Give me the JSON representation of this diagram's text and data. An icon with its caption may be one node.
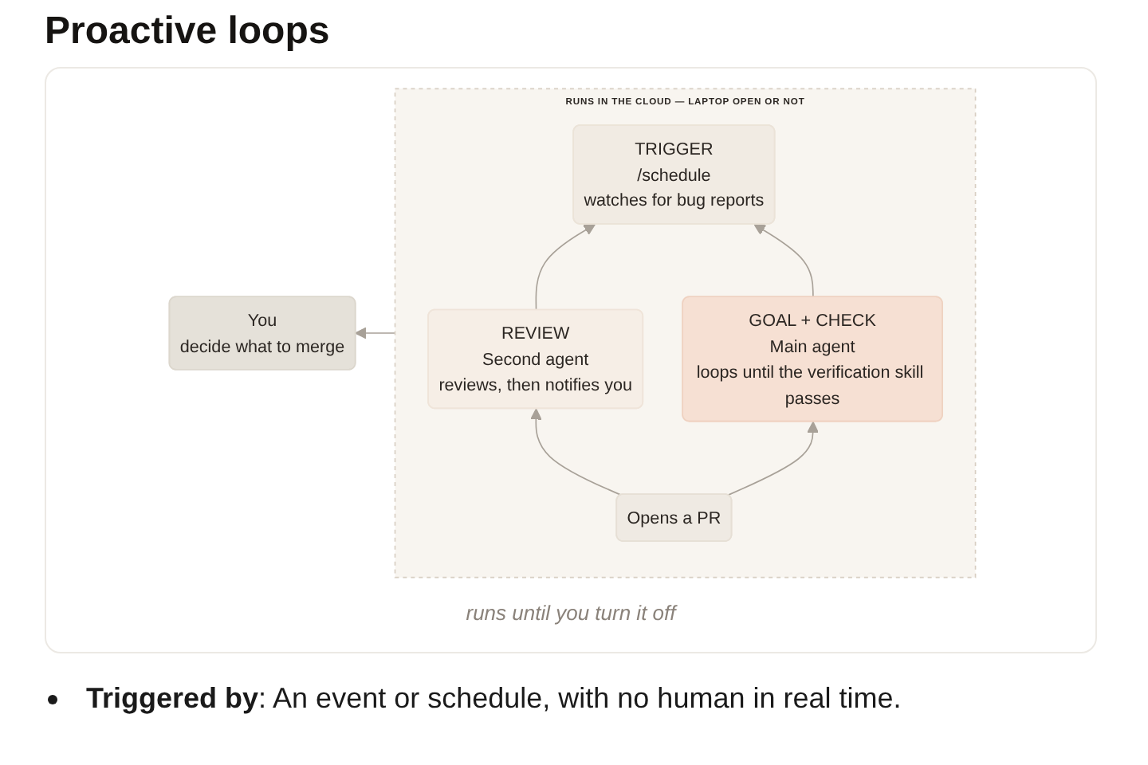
{
  "diagram": {
    "title": "Proactive loops",
    "nodes": [
      {
        "text": [
          "RUNS IN THE CLOUD — LAPTOP OPEN OR NOT"
        ]
      },
      {
        "text": [
          "TRIGGER",
          "/schedule",
          "watches for bug reports"
        ],
        "in": 0
      },
      {
        "text": [
          "REVIEW",
          "Second agent",
          "reviews, then notifies you"
        ],
        "in": 0
      },
      {
        "text": [
          "GOAL + CHECK",
          "Main agent",
          "loops until the verification skill passes"
        ],
        "in": 0
      },
      {
        "text": [
          "Opens a PR"
        ],
        "in": 0
      },
      {
        "text": [
          "You",
          "decide what to merge"
        ]
      }
    ],
    "edges": [
      {
        "from": 2,
        "to": 1,
        "arrow": "to"
      },
      {
        "from": 3,
        "to": 1,
        "arrow": "to"
      },
      {
        "from": 4,
        "to": 2,
        "arrow": "to"
      },
      {
        "from": 4,
        "to": 3,
        "arrow": "to"
      },
      {
        "from": 0,
        "to": 5,
        "arrow": "to"
      }
    ],
    "labels": [
      "runs until you turn it off"
    ],
    "caption": "**Triggered by**: An event or schedule, with no human in real time."
  }
}
